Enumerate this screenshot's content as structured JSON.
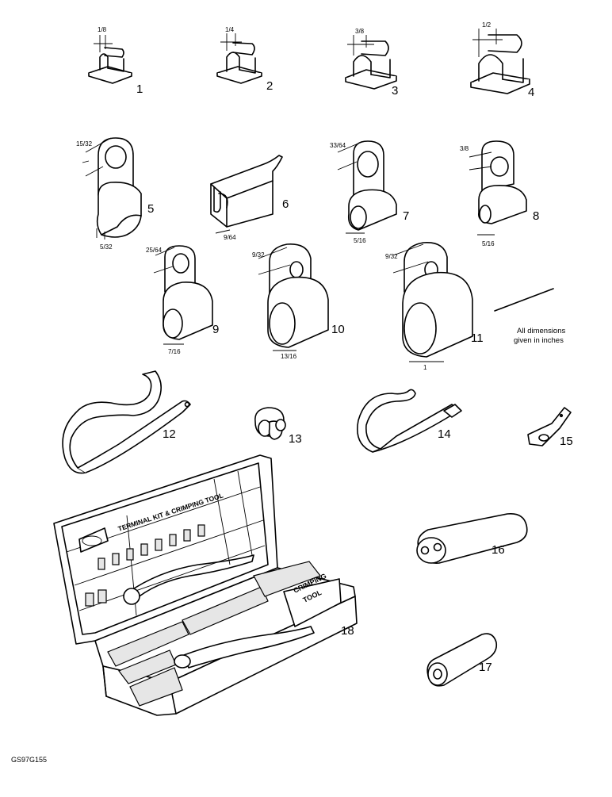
{
  "parts": [
    {
      "number": "1",
      "dimension": "1/8"
    },
    {
      "number": "2",
      "dimension": "1/4"
    },
    {
      "number": "3",
      "dimension": "3/8"
    },
    {
      "number": "4",
      "dimension": "1/2"
    },
    {
      "number": "5",
      "dimensions": [
        "15/32",
        "5/32"
      ]
    },
    {
      "number": "6",
      "dimensions": [
        "9/64"
      ]
    },
    {
      "number": "7",
      "dimensions": [
        "33/64",
        "5/16"
      ]
    },
    {
      "number": "8",
      "dimensions": [
        "3/8",
        "5/16"
      ]
    },
    {
      "number": "9",
      "dimensions": [
        "25/64",
        "7/16"
      ]
    },
    {
      "number": "10",
      "dimensions": [
        "9/32",
        "13/16"
      ]
    },
    {
      "number": "11",
      "dimensions": [
        "9/32",
        "1"
      ]
    },
    {
      "number": "12"
    },
    {
      "number": "13"
    },
    {
      "number": "14"
    },
    {
      "number": "15"
    },
    {
      "number": "16"
    },
    {
      "number": "17"
    },
    {
      "number": "18"
    }
  ],
  "note": {
    "line1": "All dimensions",
    "line2": "given in inches"
  },
  "kit": {
    "lid_title": "TERMINAL KIT & CRIMPING TOOL",
    "tool_label_1": "CRIMPING",
    "tool_label_2": "TOOL"
  },
  "drawing_code": "GS97G155",
  "colors": {
    "ink": "#000000",
    "paper": "#ffffff"
  },
  "icon_names": [
    "p-clip-icon",
    "cable-strap-icon",
    "connector-sleeve-icon",
    "terminal-kit-box-icon"
  ]
}
